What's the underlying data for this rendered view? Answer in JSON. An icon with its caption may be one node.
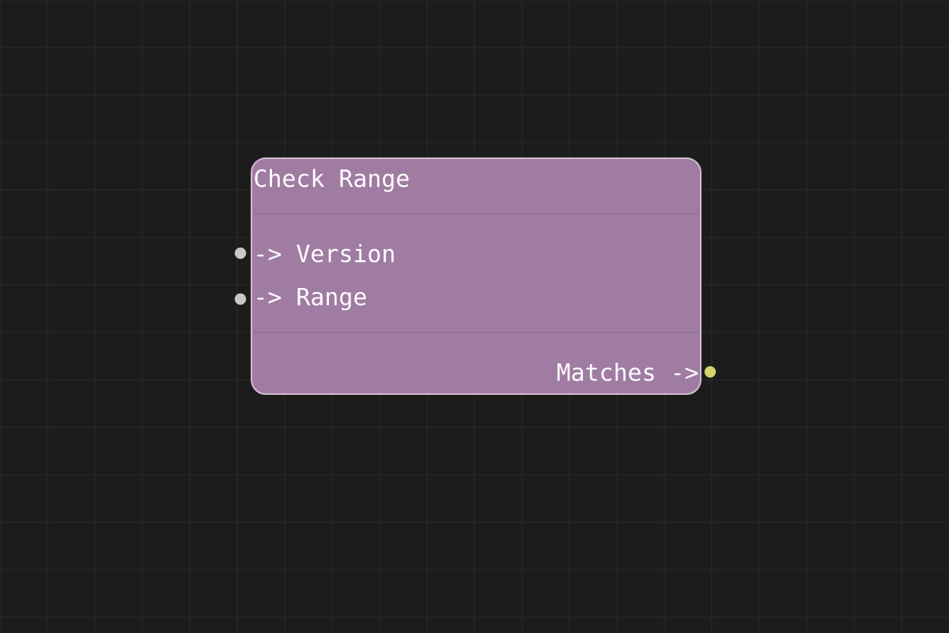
{
  "diagram": {
    "nodes": [
      {
        "text": [
          "Check Range",
          "-> Version",
          "-> Range",
          "Matches ->"
        ]
      }
    ]
  }
}
